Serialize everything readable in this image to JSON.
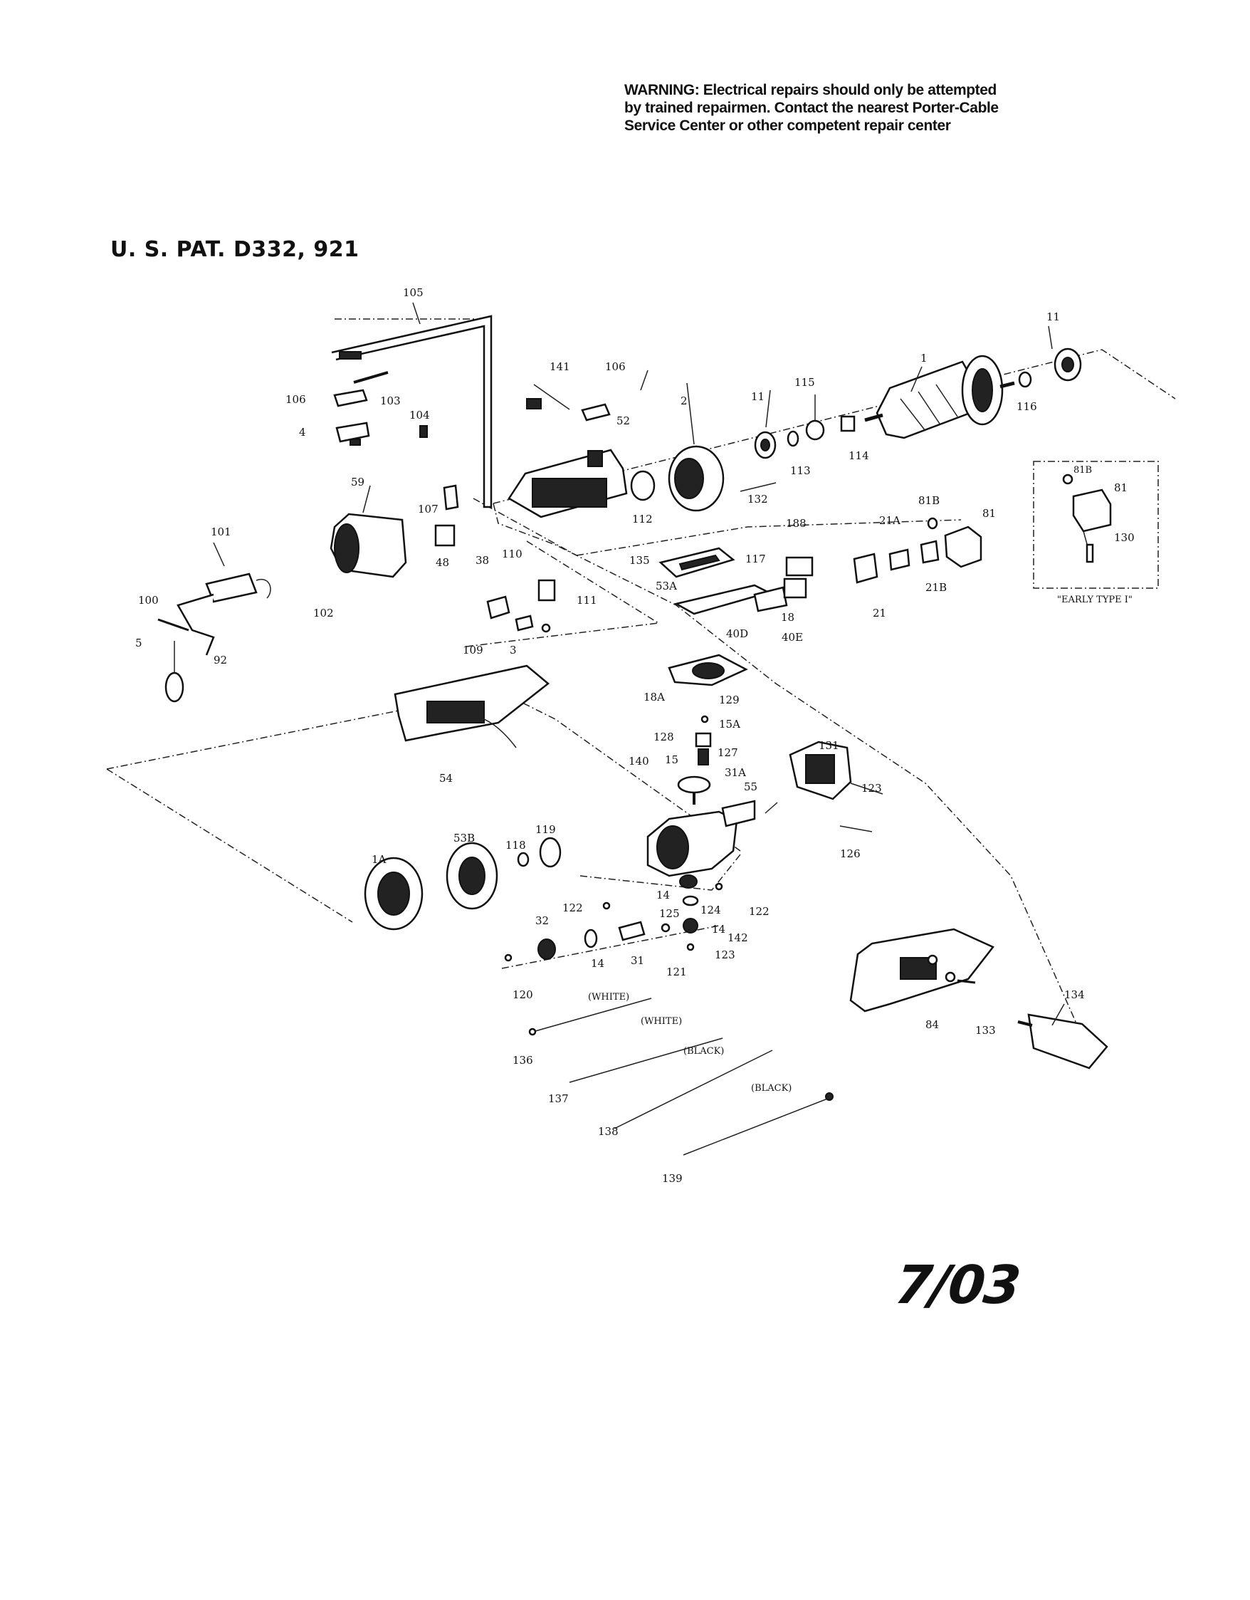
{
  "warning": {
    "line1": "WARNING: Electrical repairs should only be attempted",
    "line2": "by trained repairmen. Contact the nearest Porter-Cable",
    "line3": "Service Center or other competent repair center"
  },
  "patent": "U. S. PAT. D332, 921",
  "date_code": "7/03",
  "inset_caption": "\"EARLY TYPE I\"",
  "parts": [
    "105",
    "106",
    "103",
    "104",
    "4",
    "141",
    "106",
    "52",
    "2",
    "11",
    "115",
    "113",
    "114",
    "1",
    "11",
    "116",
    "107",
    "112",
    "132",
    "59",
    "48",
    "101",
    "102",
    "38",
    "110",
    "111",
    "109",
    "3",
    "100",
    "5",
    "92",
    "135",
    "117",
    "53A",
    "188",
    "21A",
    "81B",
    "81",
    "18",
    "21",
    "21B",
    "40D",
    "40E",
    "18A",
    "129",
    "128",
    "15A",
    "15",
    "127",
    "140",
    "31A",
    "55",
    "131",
    "123",
    "54",
    "126",
    "1A",
    "53B",
    "118",
    "119",
    "14",
    "125",
    "124",
    "122",
    "122",
    "14",
    "142",
    "123",
    "32",
    "14",
    "31",
    "121",
    "120",
    "134",
    "133",
    "84",
    "136",
    "137",
    "138",
    "139",
    "81B",
    "81",
    "130"
  ],
  "wire_labels": [
    "(WHITE)",
    "(WHITE)",
    "(BLACK)",
    "(BLACK)"
  ]
}
